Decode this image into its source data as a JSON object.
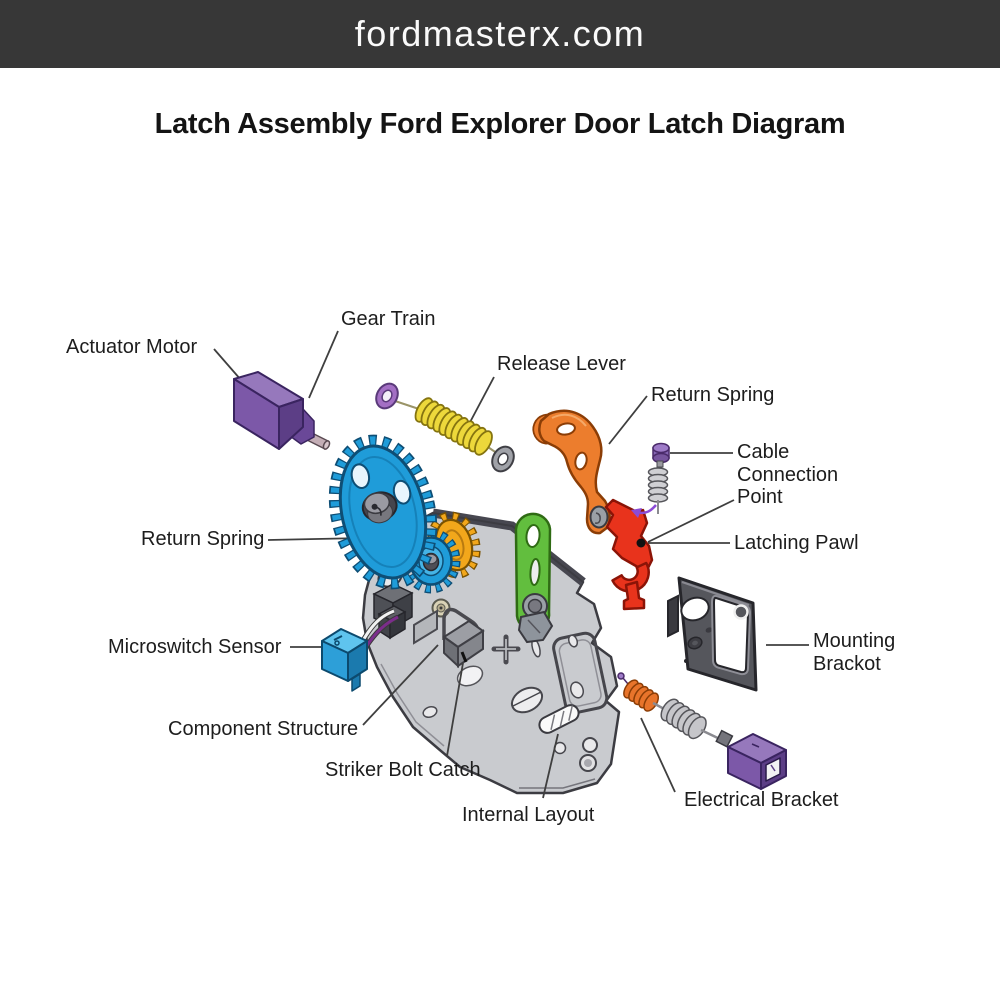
{
  "header": {
    "site_name": "fordmasterx.com",
    "background_color": "#373737",
    "text_color": "#fafafa"
  },
  "title": "Latch Assembly Ford Explorer Door Latch Diagram",
  "diagram": {
    "labels": {
      "actuator_motor": "Actuator Motor",
      "gear_train": "Gear Train",
      "release_lever": "Release Lever",
      "return_spring_right": "Return Spring",
      "cable_connection_point": "Cable Connection Point",
      "latching_pawl": "Latching Pawl",
      "return_spring_left": "Return Spring",
      "microswitch_sensor": "Microswitch Sensor",
      "component_structure": "Component Structure",
      "striker_bolt_catch": "Striker Bolt Catch",
      "internal_layout": "Internal Layout",
      "electrical_bracket": "Electrical Bracket",
      "mounting_bracket": "Mounting Brackot"
    },
    "part_colors": {
      "actuator_motor": "#7C58A8",
      "gear_train_blue": "#1F9CD9",
      "gear_yellow": "#F2A71B",
      "release_lever_spring": "#EDD83B",
      "return_spring_lever_orange": "#EC7D2D",
      "latching_pawl_red": "#E8331C",
      "operating_lever_green": "#62BE3E",
      "latch_body_gray": "#C9CBCF",
      "mounting_bracket_gray": "#55565C",
      "microswitch_blue": "#2D9FD8",
      "electrical_connector_purple": "#7C58A8",
      "electrical_spring_orange": "#E8742B",
      "leader_line": "#3F3F3F"
    }
  }
}
